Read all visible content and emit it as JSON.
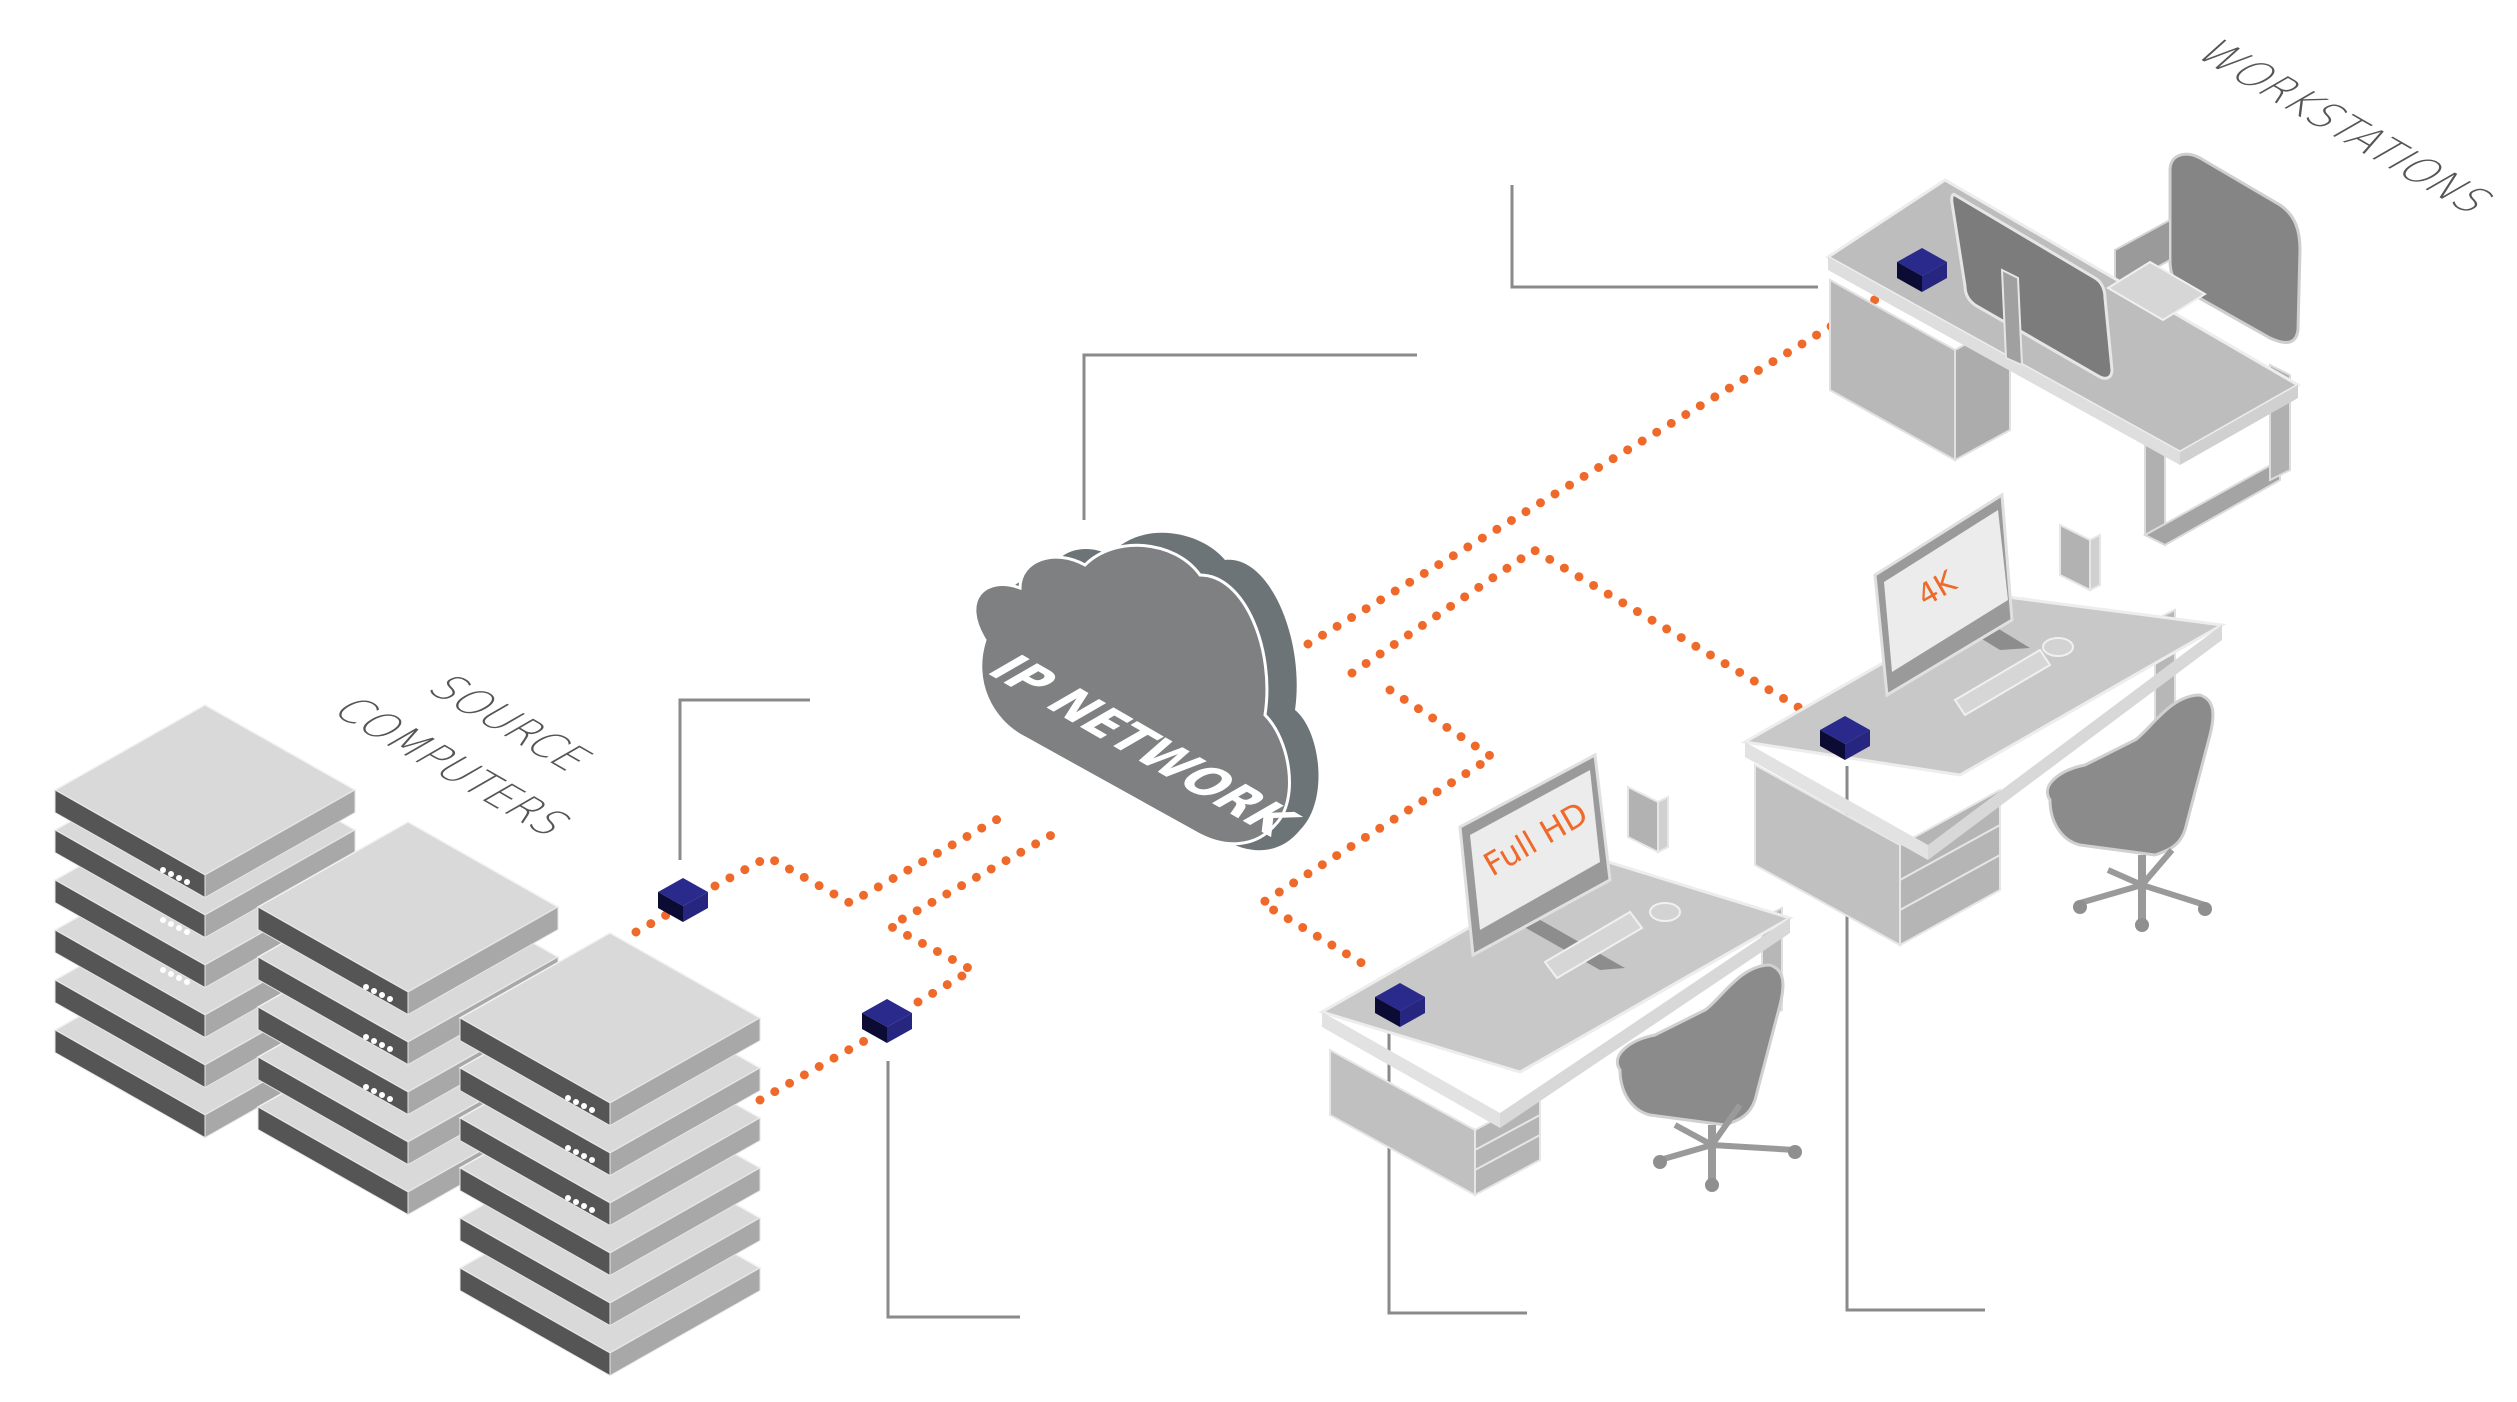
{
  "colors": {
    "accent": "#ef6a2a",
    "device": "#262680",
    "device_dark": "#0b0b33",
    "callout_line": "#8a8a8a",
    "server_top": "#d9d9d9",
    "server_front": "#555555",
    "server_side": "#a8a8a8",
    "cloud_face": "#7f8081",
    "cloud_side": "#6d7478",
    "desk": "#c8c8c8",
    "desk_dark": "#b3b3b3",
    "chair": "#8f8f8f",
    "label_text": "#555555"
  },
  "labels": {
    "source": [
      "SOURCE",
      "COMPUTERS"
    ],
    "workstations": "WORKSTATIONS",
    "network": "IP NETWORK"
  },
  "screens": {
    "fullhd": "Full HD",
    "uhd": "4K"
  },
  "icons": {
    "server": "server-rack-icon",
    "cloud": "cloud-icon",
    "transmitter": "kvm-transmitter-icon",
    "receiver": "kvm-receiver-icon",
    "desk": "desk-icon",
    "monitor": "monitor-icon",
    "chair": "office-chair-icon",
    "keyboard": "keyboard-icon",
    "books": "books-icon"
  },
  "callouts": [
    {
      "id": "transmitter-top"
    },
    {
      "id": "transmitter-bottom"
    },
    {
      "id": "network"
    },
    {
      "id": "receiver-top-desk"
    },
    {
      "id": "receiver-fullhd-desk"
    },
    {
      "id": "receiver-4k-desk"
    }
  ]
}
